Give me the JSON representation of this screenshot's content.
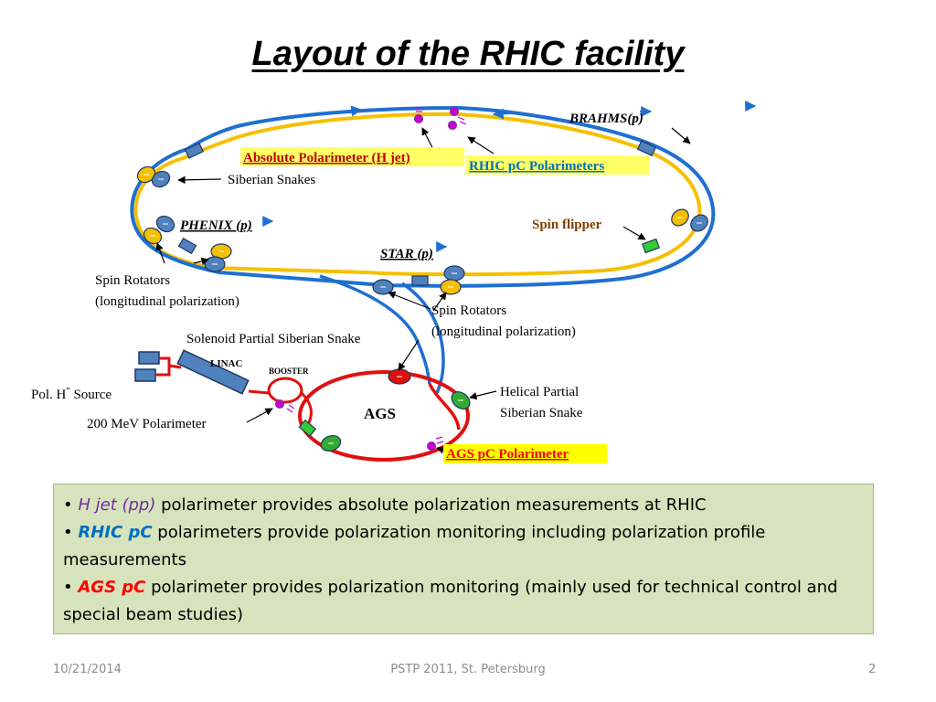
{
  "title": "Layout of the RHIC facility",
  "labels": {
    "brahms_name": "BRAHMS",
    "brahms_paren": "(p)",
    "hjet": "Absolute Polarimeter (H jet)",
    "rhic_pc": "RHIC pC Polarimeters",
    "siberian_snakes": "Siberian Snakes",
    "phenix_name": "PHENIX",
    "phenix_paren": "(p)",
    "spin_flipper": "Spin flipper",
    "star_name": "STAR",
    "star_paren": "(p)",
    "spin_rotators_left_1": "Spin Rotators",
    "spin_rotators_left_2": "(longitudinal polarization)",
    "spin_rotators_right_1": "Spin Rotators",
    "spin_rotators_right_2": "(longitudinal polarization)",
    "solenoid": "Solenoid Partial Siberian Snake",
    "linac": "LINAC",
    "booster": "BOOSTER",
    "helical_1": "Helical Partial",
    "helical_2": "Siberian Snake",
    "pol_h_source_a": "Pol. H",
    "pol_h_source_sup": "-",
    "pol_h_source_b": " Source",
    "ags": "AGS",
    "polarimeter_200": "200 MeV Polarimeter",
    "ags_pc": "AGS pC Polarimeter"
  },
  "notes": [
    {
      "bullet": "•",
      "key": "H jet (pp)",
      "rest": " polarimeter  provides absolute polarization measurements  at RHIC"
    },
    {
      "bullet": "•",
      "key": "RHIC pC",
      "rest": "  polarimeters provide polarization monitoring including polarization profile measurements"
    },
    {
      "bullet": "•",
      "key": "AGS pC",
      "rest": " polarimeter provides polarization monitoring  (mainly used for technical control and special beam studies)"
    }
  ],
  "footer": {
    "date": "10/21/2014",
    "event": "PSTP 2011, St. Petersburg",
    "page": "2"
  },
  "colors": {
    "blue_ring": "#1f6fd1",
    "yellow_ring": "#f5c000",
    "ags_ring": "#e01010",
    "hjet_box": "#ffff66",
    "hjet_text": "#c00000",
    "rhic_pc_box": "#ffff66",
    "rhic_pc_text": "#0070c0",
    "ags_pc_box": "#ffff00",
    "ags_pc_text": "#ff0000",
    "spin_flipper_text": "#7f3f00",
    "notes_bg": "#d6e3bc"
  }
}
